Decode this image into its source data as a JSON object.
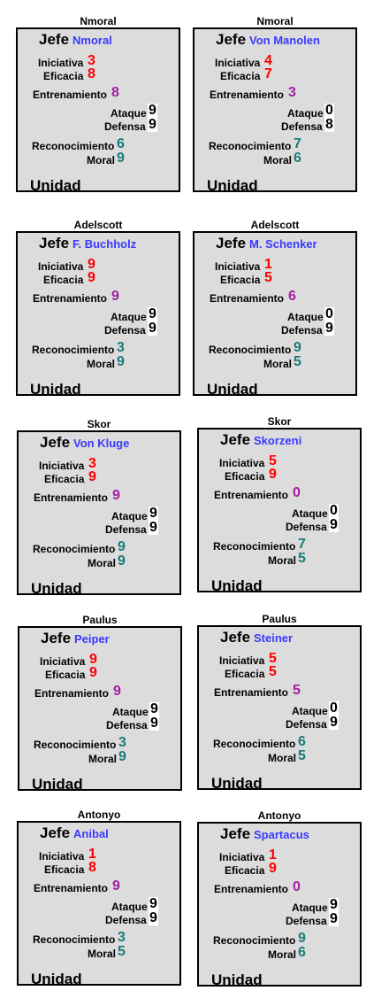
{
  "labels": {
    "jefe": "Jefe",
    "iniciativa": "Iniciativa",
    "eficacia": "Eficacia",
    "entrenamiento": "Entrenamiento",
    "ataque": "Ataque",
    "defensa": "Defensa",
    "reconocimiento": "Reconocimiento",
    "moral": "Moral",
    "unidad": "Unidad"
  },
  "colors": {
    "card_background": "#dcdcdc",
    "leader_name": "#3a3aff",
    "iniciativa_eficacia": "#ff0000",
    "entrenamiento": "#a020a0",
    "reconocimiento_moral": "#1a7a7a"
  },
  "cards": [
    {
      "player": "Nmoral",
      "leader": "Nmoral",
      "iniciativa": "3",
      "eficacia": "8",
      "entrenamiento": "8",
      "ataque": "9",
      "defensa": "9",
      "reconocimiento": "6",
      "moral": "9"
    },
    {
      "player": "Nmoral",
      "leader": "Von Manolen",
      "iniciativa": "4",
      "eficacia": "7",
      "entrenamiento": "3",
      "ataque": "0",
      "defensa": "8",
      "reconocimiento": "7",
      "moral": "6"
    },
    {
      "player": "Adelscott",
      "leader": "F. Buchholz",
      "iniciativa": "9",
      "eficacia": "9",
      "entrenamiento": "9",
      "ataque": "9",
      "defensa": "9",
      "reconocimiento": "3",
      "moral": "9"
    },
    {
      "player": "Adelscott",
      "leader": "M. Schenker",
      "iniciativa": "1",
      "eficacia": "5",
      "entrenamiento": "6",
      "ataque": "0",
      "defensa": "9",
      "reconocimiento": "9",
      "moral": "5"
    },
    {
      "player": "Skor",
      "leader": "Von Kluge",
      "iniciativa": "3",
      "eficacia": "9",
      "entrenamiento": "9",
      "ataque": "9",
      "defensa": "9",
      "reconocimiento": "9",
      "moral": "9"
    },
    {
      "player": "Skor",
      "leader": "Skorzeni",
      "iniciativa": "5",
      "eficacia": "9",
      "entrenamiento": "0",
      "ataque": "0",
      "defensa": "9",
      "reconocimiento": "7",
      "moral": "5"
    },
    {
      "player": "Paulus",
      "leader": "Peiper",
      "iniciativa": "9",
      "eficacia": "9",
      "entrenamiento": "9",
      "ataque": "9",
      "defensa": "9",
      "reconocimiento": "3",
      "moral": "9"
    },
    {
      "player": "Paulus",
      "leader": "Steiner",
      "iniciativa": "5",
      "eficacia": "5",
      "entrenamiento": "5",
      "ataque": "0",
      "defensa": "9",
      "reconocimiento": "6",
      "moral": "5"
    },
    {
      "player": "Antonyo",
      "leader": "Anibal",
      "iniciativa": "1",
      "eficacia": "8",
      "entrenamiento": "9",
      "ataque": "9",
      "defensa": "9",
      "reconocimiento": "3",
      "moral": "5"
    },
    {
      "player": "Antonyo",
      "leader": "Spartacus",
      "iniciativa": "1",
      "eficacia": "9",
      "entrenamiento": "0",
      "ataque": "9",
      "defensa": "9",
      "reconocimiento": "9",
      "moral": "6"
    }
  ]
}
